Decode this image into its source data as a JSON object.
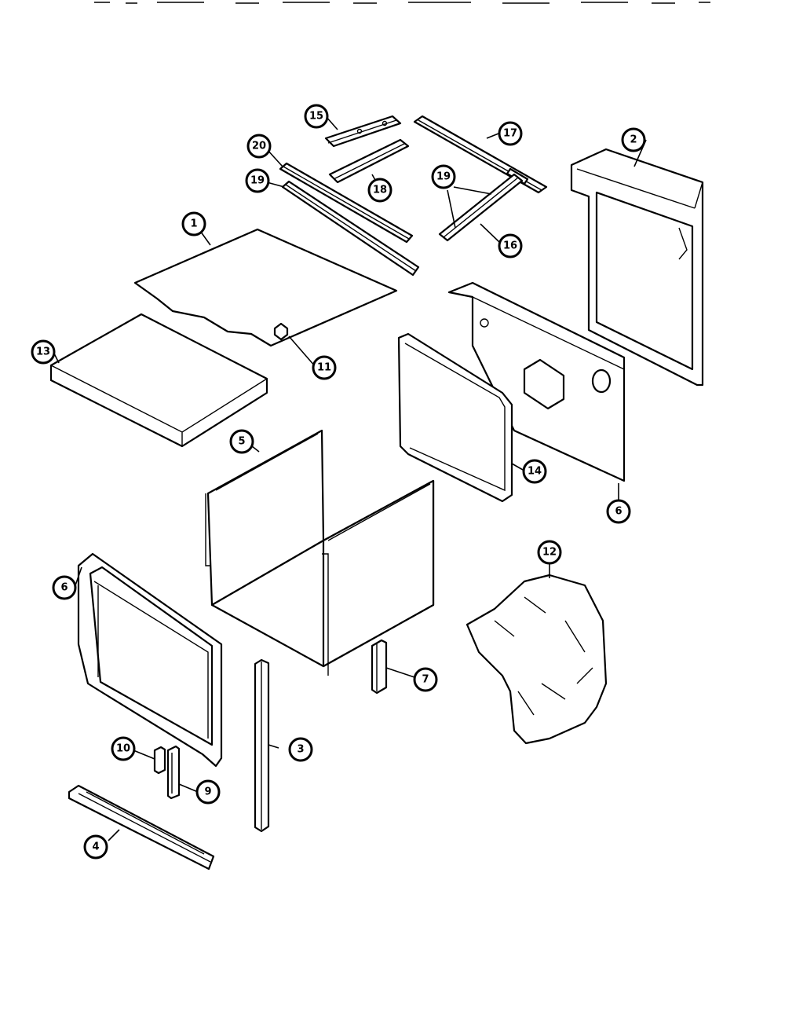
{
  "callouts": [
    {
      "id": "c1",
      "label": "1"
    },
    {
      "id": "c2",
      "label": "2"
    },
    {
      "id": "c3",
      "label": "3"
    },
    {
      "id": "c4",
      "label": "4"
    },
    {
      "id": "c5",
      "label": "5"
    },
    {
      "id": "c6a",
      "label": "6"
    },
    {
      "id": "c6b",
      "label": "6"
    },
    {
      "id": "c7",
      "label": "7"
    },
    {
      "id": "c9",
      "label": "9"
    },
    {
      "id": "c10",
      "label": "10"
    },
    {
      "id": "c11",
      "label": "11"
    },
    {
      "id": "c12",
      "label": "12"
    },
    {
      "id": "c13",
      "label": "13"
    },
    {
      "id": "c14",
      "label": "14"
    },
    {
      "id": "c15",
      "label": "15"
    },
    {
      "id": "c16",
      "label": "16"
    },
    {
      "id": "c17",
      "label": "17"
    },
    {
      "id": "c18",
      "label": "18"
    },
    {
      "id": "c19a",
      "label": "19"
    },
    {
      "id": "c19b",
      "label": "19"
    },
    {
      "id": "c20",
      "label": "20"
    }
  ]
}
